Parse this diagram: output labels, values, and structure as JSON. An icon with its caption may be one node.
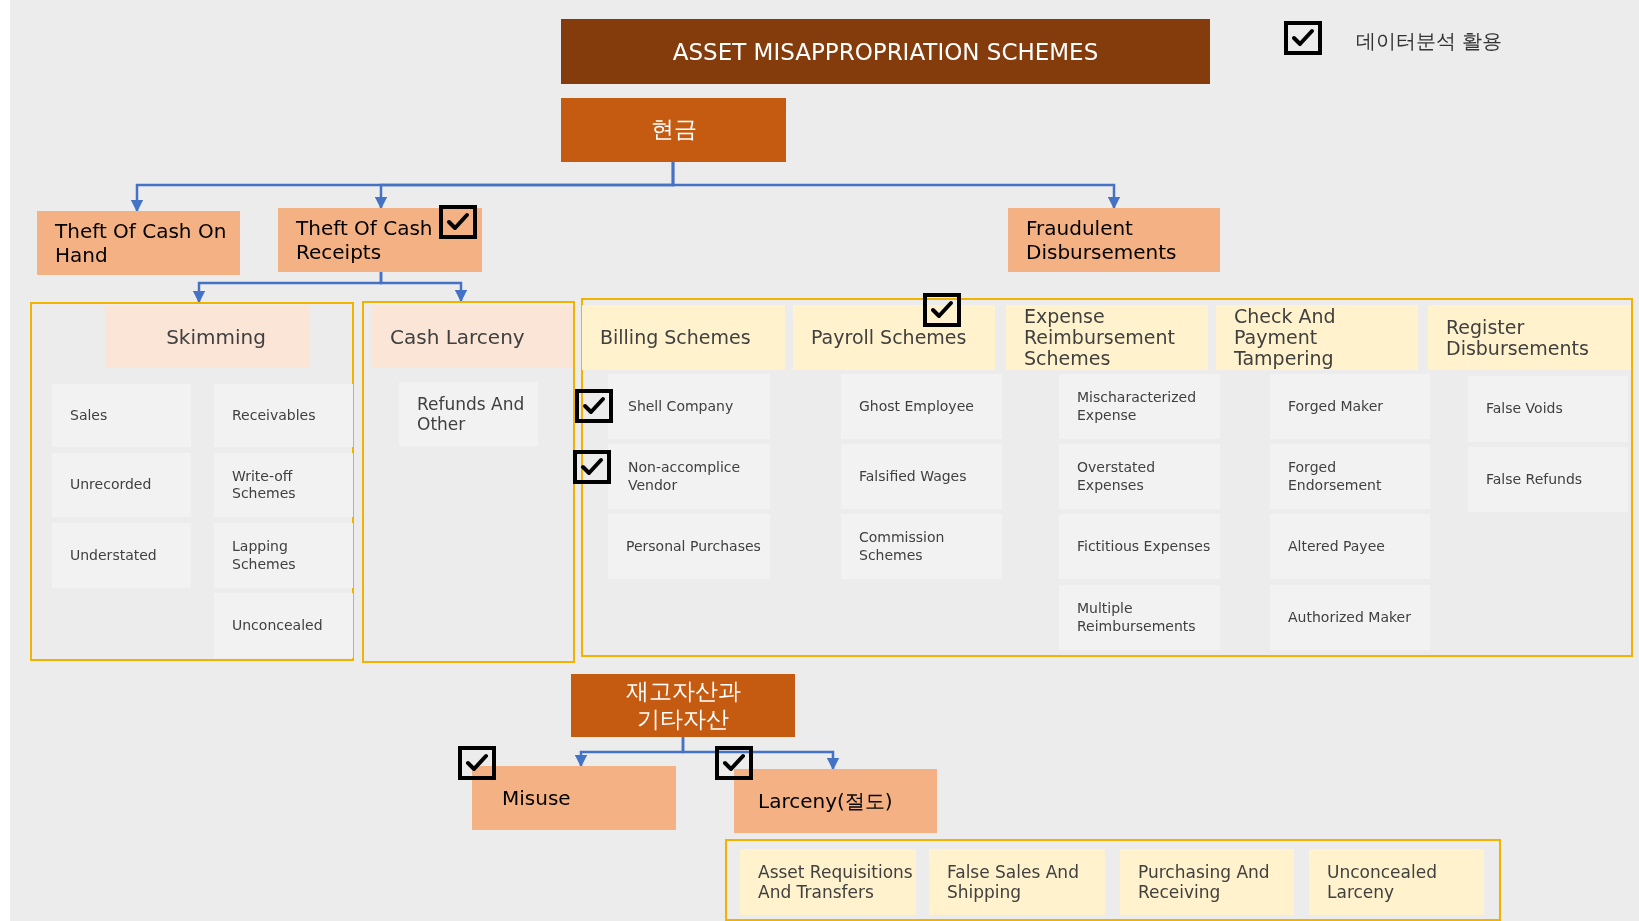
{
  "diagram": {
    "nodes": [
      {
        "text": [
          "ASSET MISAPPROPRIATION SCHEMES"
        ]
      },
      {
        "text": [
          "현금"
        ]
      },
      {
        "text": [
          "Theft Of Cash On Hand"
        ]
      },
      {
        "text": [
          "Theft Of Cash Receipts"
        ]
      },
      {
        "text": [
          "Fraudulent Disbursements"
        ]
      },
      {
        "text": [],
        "shape": "box"
      },
      {
        "text": [
          "Skimming"
        ],
        "in": 5
      },
      {
        "text": [
          "Sales"
        ],
        "in": 5
      },
      {
        "text": [
          "Receivables"
        ],
        "in": 5
      },
      {
        "text": [
          "Unrecorded"
        ],
        "in": 5
      },
      {
        "text": [
          "Write-off Schemes"
        ],
        "in": 5
      },
      {
        "text": [
          "Understated"
        ],
        "in": 5
      },
      {
        "text": [
          "Lapping Schemes"
        ],
        "in": 5
      },
      {
        "text": [
          "Unconcealed"
        ],
        "in": 5
      },
      {
        "text": [],
        "shape": "box"
      },
      {
        "text": [
          "Cash Larceny"
        ],
        "in": 14
      },
      {
        "text": [
          "Refunds And Other"
        ],
        "in": 14
      },
      {
        "text": [],
        "shape": "box"
      },
      {
        "text": [
          "Billing Schemes"
        ],
        "in": 17
      },
      {
        "text": [
          "Payroll Schemes"
        ],
        "in": 17
      },
      {
        "text": [
          "Expense Reimbursement Schemes"
        ],
        "in": 17
      },
      {
        "text": [
          "Check And Payment Tampering"
        ],
        "in": 17
      },
      {
        "text": [
          "Register Disbursements"
        ],
        "in": 17
      },
      {
        "text": [
          "Shell Company"
        ],
        "in": 17
      },
      {
        "text": [
          "Ghost Employee"
        ],
        "in": 17
      },
      {
        "text": [
          "Mischaracterized Expense"
        ],
        "in": 17
      },
      {
        "text": [
          "Forged Maker"
        ],
        "in": 17
      },
      {
        "text": [
          "False Voids"
        ],
        "in": 17
      },
      {
        "text": [
          "Non-accomplice Vendor"
        ],
        "in": 17
      },
      {
        "text": [
          "Falsified Wages"
        ],
        "in": 17
      },
      {
        "text": [
          "Overstated Expenses"
        ],
        "in": 17
      },
      {
        "text": [
          "Forged Endorsement"
        ],
        "in": 17
      },
      {
        "text": [
          "False Refunds"
        ],
        "in": 17
      },
      {
        "text": [
          "Personal Purchases"
        ],
        "in": 17
      },
      {
        "text": [
          "Commission Schemes"
        ],
        "in": 17
      },
      {
        "text": [
          "Fictitious Expenses"
        ],
        "in": 17
      },
      {
        "text": [
          "Altered Payee"
        ],
        "in": 17
      },
      {
        "text": [
          "Multiple Reimbursements"
        ],
        "in": 17
      },
      {
        "text": [
          "Authorized Maker"
        ],
        "in": 17
      },
      {
        "text": [
          "재고자산과 기타자산"
        ]
      },
      {
        "text": [
          "Misuse"
        ]
      },
      {
        "text": [
          "Larceny(절도)"
        ]
      },
      {
        "text": [],
        "shape": "box"
      },
      {
        "text": [
          "Asset Requisitions And Transfers"
        ],
        "in": 42
      },
      {
        "text": [
          "False Sales And Shipping"
        ],
        "in": 42
      },
      {
        "text": [
          "Purchasing And Receiving"
        ],
        "in": 42
      },
      {
        "text": [
          "Unconcealed Larceny"
        ],
        "in": 42
      }
    ],
    "edges": [
      {
        "from": 1,
        "to": 2,
        "arrow": "to"
      },
      {
        "from": 1,
        "to": 3,
        "arrow": "to"
      },
      {
        "from": 1,
        "to": 4,
        "arrow": "to"
      },
      {
        "from": 3,
        "to": 5,
        "arrow": "to"
      },
      {
        "from": 3,
        "to": 14,
        "arrow": "to"
      },
      {
        "from": 39,
        "to": 40,
        "arrow": "to"
      },
      {
        "from": 39,
        "to": 41,
        "arrow": "to"
      }
    ],
    "legend": [
      {
        "text": "데이터분석 활용"
      }
    ]
  }
}
